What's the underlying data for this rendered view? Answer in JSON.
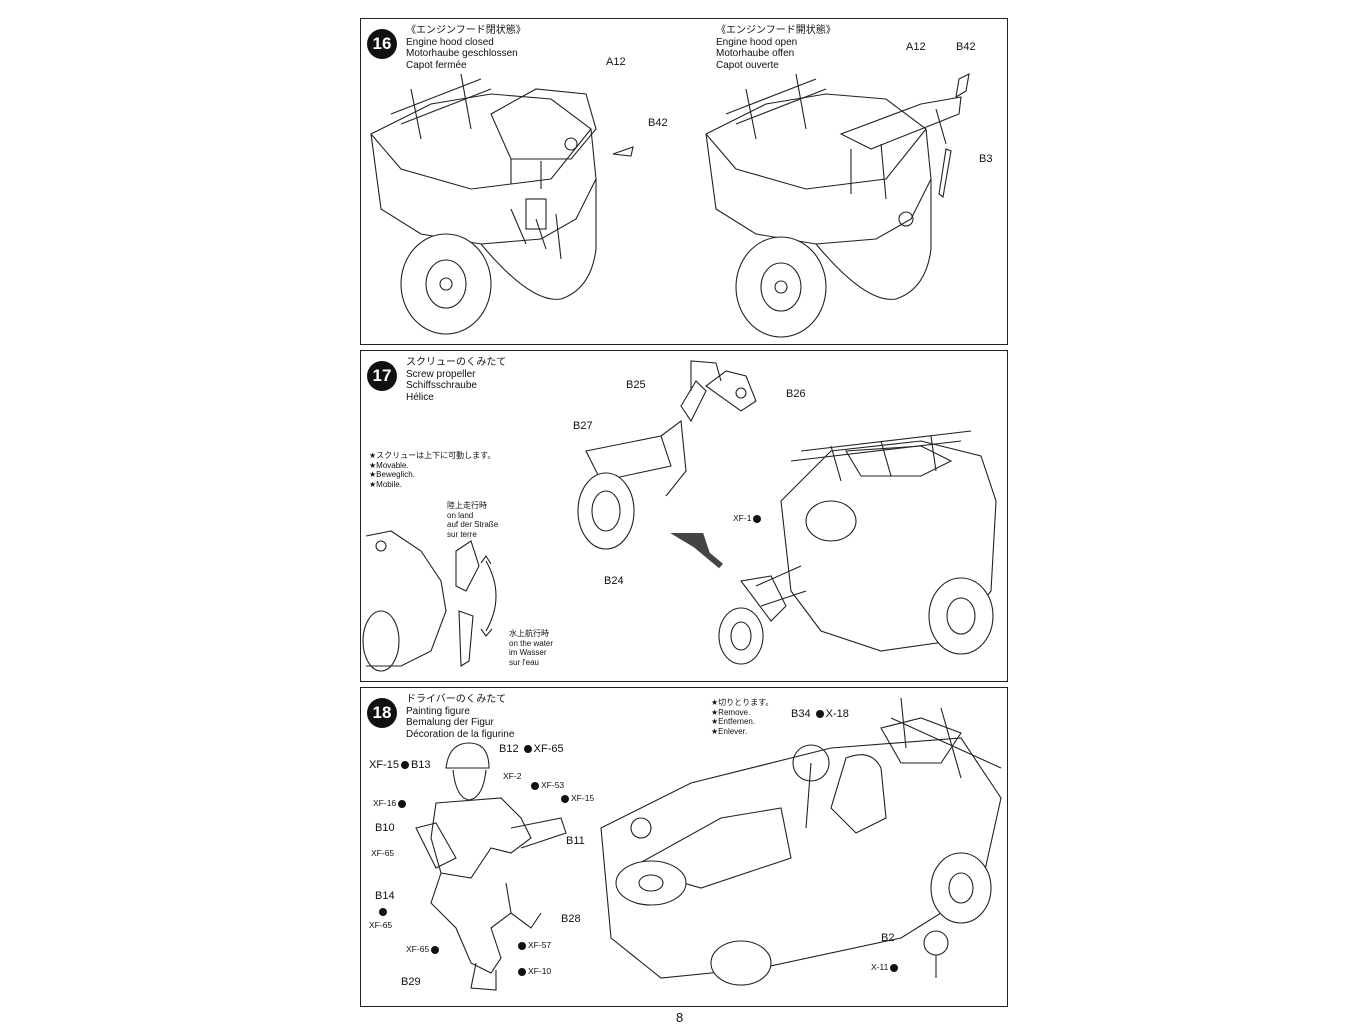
{
  "page_number": "8",
  "step16": {
    "number": "16",
    "left": {
      "jp": "《エンジンフード閉状態》",
      "en": "Engine hood closed",
      "de": "Motorhaube geschlossen",
      "fr": "Capot fermée"
    },
    "right": {
      "jp": "《エンジンフード開状態》",
      "en": "Engine hood open",
      "de": "Motorhaube offen",
      "fr": "Capot ouverte"
    },
    "parts": {
      "a12_left": "A12",
      "b42_left": "B42",
      "a12_right": "A12",
      "b42_right": "B42",
      "b3": "B3"
    }
  },
  "step17": {
    "number": "17",
    "jp": "スクリューのくみたて",
    "en": "Screw propeller",
    "de": "Schiffsschraube",
    "fr": "Hélice",
    "note": {
      "jp": "★スクリューは上下に可動します。",
      "en": "★Movable.",
      "de": "★Beweglich.",
      "fr": "★Mobile."
    },
    "on_land": {
      "jp": "陸上走行時",
      "en": "on land",
      "de": "auf der Straße",
      "fr": "sur terre"
    },
    "on_water": {
      "jp": "水上航行時",
      "en": "on the water",
      "de": "im Wasser",
      "fr": "sur l'eau"
    },
    "parts": {
      "b25": "B25",
      "b26": "B26",
      "b27": "B27",
      "b24": "B24",
      "paint": "XF-1"
    }
  },
  "step18": {
    "number": "18",
    "jp": "ドライバーのくみたて",
    "en": "Painting figure",
    "de": "Bemalung der Figur",
    "fr": "Décoration de la figurine",
    "remove": {
      "jp": "★切りとります。",
      "en": "★Remove.",
      "de": "★Entfernen.",
      "fr": "★Enlever."
    },
    "parts": {
      "b12": "B12",
      "b13": "B13",
      "b10": "B10",
      "b11": "B11",
      "b14": "B14",
      "b28": "B28",
      "b29": "B29",
      "b34": "B34",
      "b2": "B2"
    },
    "paints": {
      "xf65_b12": "XF-65",
      "xf15_b13": "XF-15",
      "xf2": "XF-2",
      "xf53": "XF-53",
      "xf15_b": "XF-15",
      "xf16": "XF-16",
      "xf65_b10": "XF-65",
      "xf65_b14": "XF-65",
      "xf65_b29": "XF-65",
      "xf57": "XF-57",
      "xf10": "XF-10",
      "x18": "X-18",
      "x11": "X-11"
    }
  }
}
